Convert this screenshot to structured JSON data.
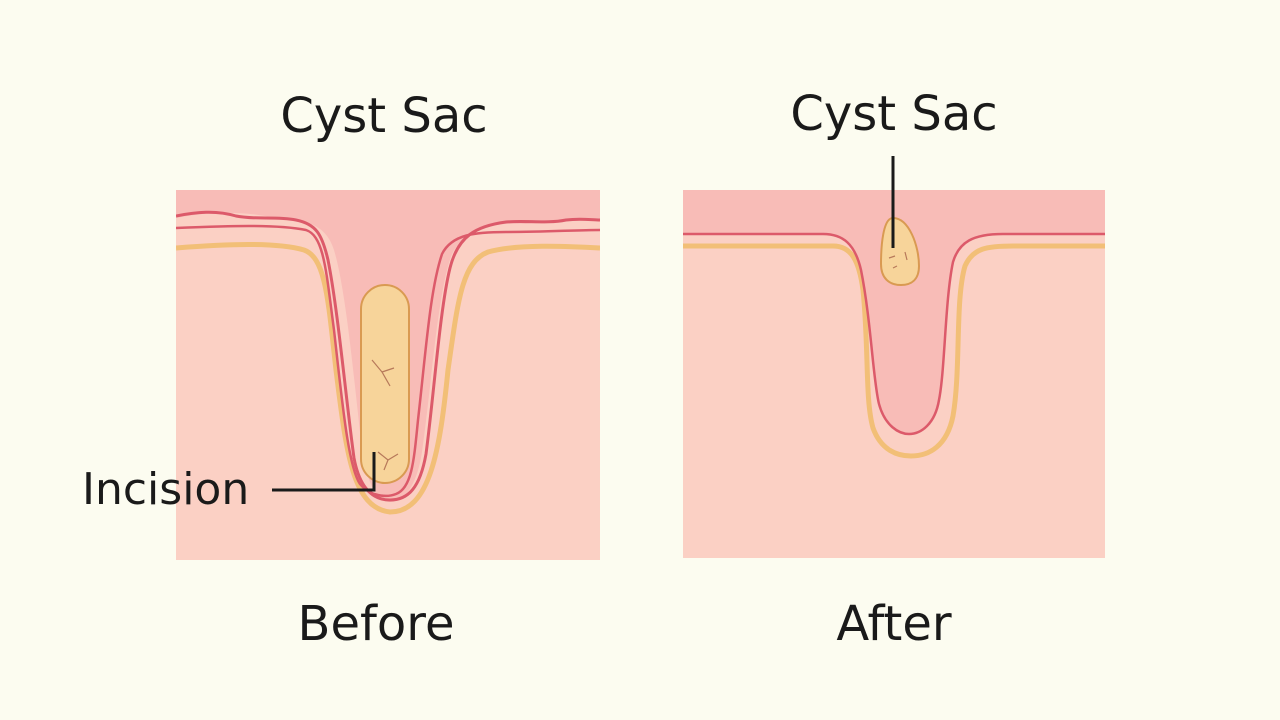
{
  "before": {
    "title": "Cyst Sac",
    "caption": "Before",
    "annotation": "Incision"
  },
  "after": {
    "title": "Cyst Sac",
    "caption": "After"
  },
  "colors": {
    "background": "#fcfcf0",
    "skin": "#fbd0c4",
    "upper_dermis": "#f8bcb7",
    "epidermis_line": "#dc5a6a",
    "fat_line": "#f2bf77",
    "cyst_fill": "#f7d49a",
    "cyst_outline": "#d99a52",
    "pointer_line": "#1a1a1a"
  }
}
